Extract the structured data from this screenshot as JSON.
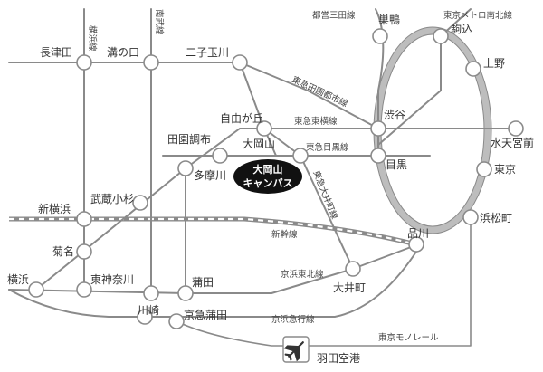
{
  "stations": {
    "nagatsuta": "長津田",
    "mizonokuchi": "溝の口",
    "futakotamagawa": "二子玉川",
    "sugamo": "巣鴨",
    "komagome": "駒込",
    "ueno": "上野",
    "jiyugaoka": "自由が丘",
    "shibuya": "渋谷",
    "suitengumae": "水天宮前",
    "denenchofu": "田園調布",
    "ookayama": "大岡山",
    "meguro": "目黒",
    "tokyo": "東京",
    "tamagawa": "多摩川",
    "musashikosugi": "武蔵小杉",
    "shinyokohama": "新横浜",
    "hamamatsucho": "浜松町",
    "shinagawa": "品川",
    "kikuna": "菊名",
    "yokohama": "横浜",
    "higashikanagawa": "東神奈川",
    "kamata": "蒲田",
    "oimachi": "大井町",
    "kawasaki": "川崎",
    "keikyukamata": "京急蒲田",
    "hanedakuko": "羽田空港"
  },
  "lines": {
    "yokohama_line": "横浜線",
    "nambu_line": "南武線",
    "toei_mita": "都営三田線",
    "tokyo_metro_namboku": "東京メトロ南北線",
    "tokyu_denentoshi": "東急田園都市線",
    "tokyu_toyoko": "東急東横線",
    "tokyu_meguro": "東急目黒線",
    "tokyu_oimachi": "東急大井町線",
    "shinkansen": "新幹線",
    "keihin_tohoku": "京浜東北線",
    "keikyu": "京浜急行線",
    "tokyo_monorail": "東京モノレール"
  },
  "campus": {
    "line1": "大岡山",
    "line2": "キャンパス"
  },
  "airport_icon": "airplane-icon",
  "colors": {
    "rail": "#8a8a8a",
    "yamanote": "#bdbdbd",
    "campus": "#111111"
  }
}
